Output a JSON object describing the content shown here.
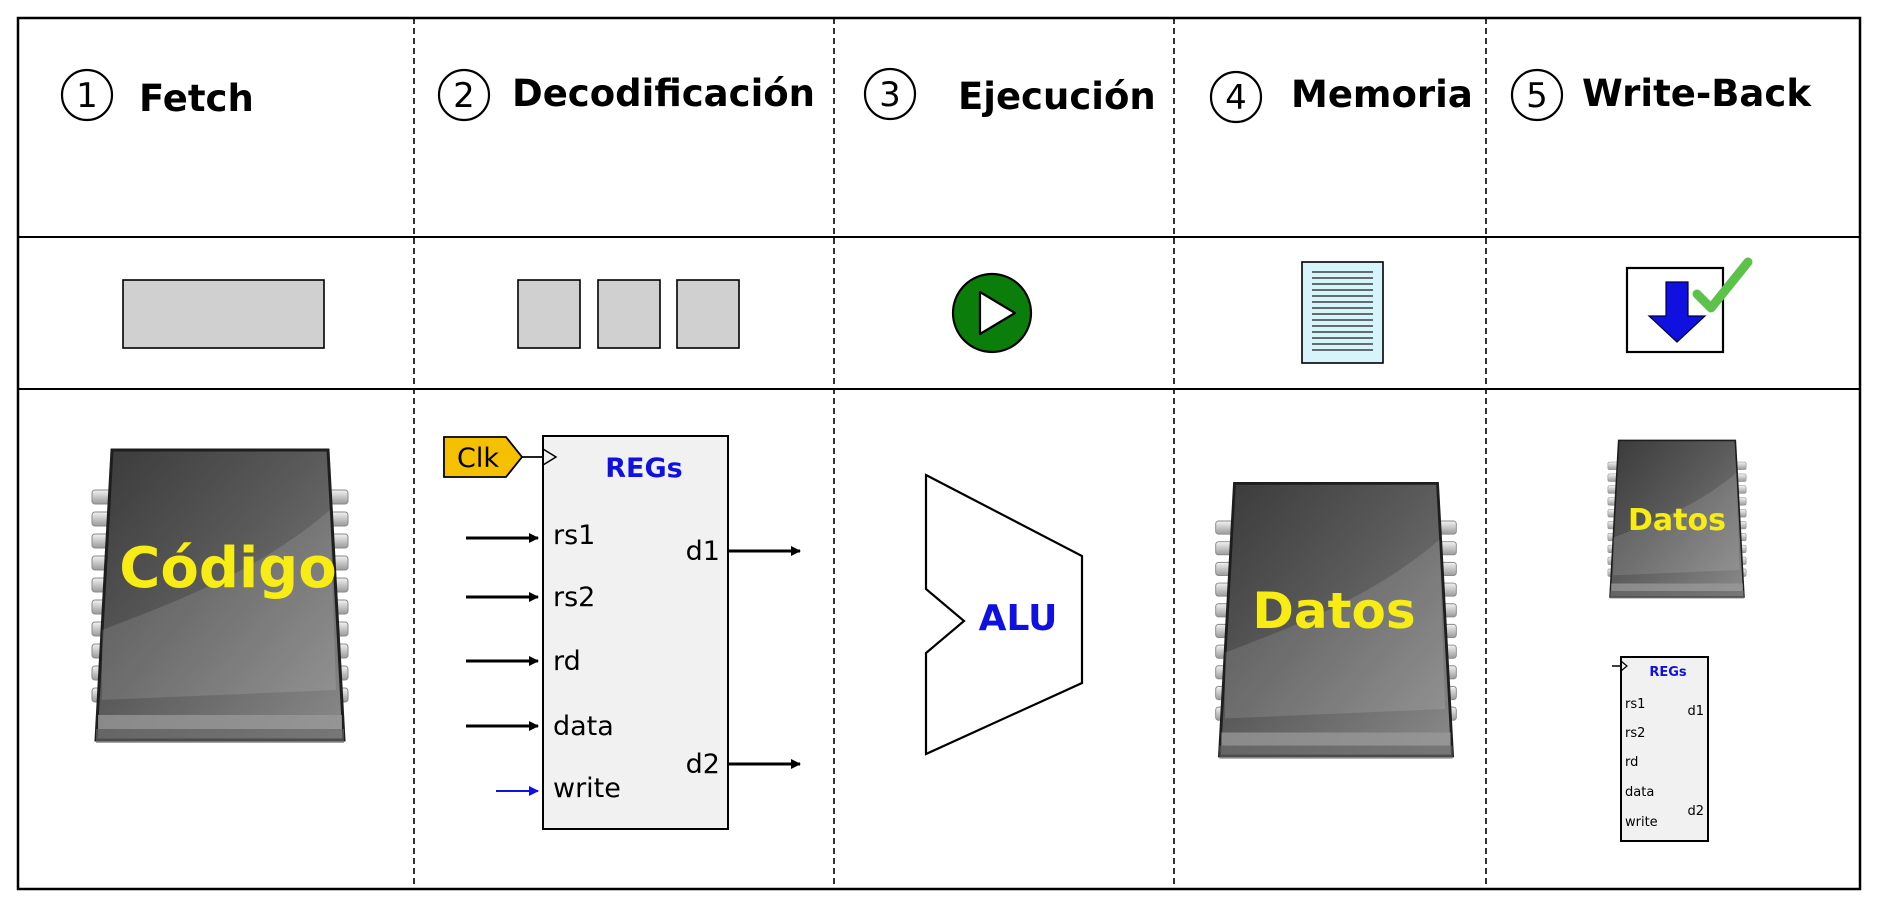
{
  "stages": [
    {
      "number": "1",
      "title": "Fetch"
    },
    {
      "number": "2",
      "title": "Decodificación"
    },
    {
      "number": "3",
      "title": "Ejecución"
    },
    {
      "number": "4",
      "title": "Memoria"
    },
    {
      "number": "5",
      "title": "Write-Back"
    }
  ],
  "fetch": {
    "chip_label": "Código"
  },
  "decode": {
    "clock_label": "Clk",
    "register_title": "REGs",
    "inputs": [
      "rs1",
      "rs2",
      "rd",
      "data",
      "write"
    ],
    "outputs": [
      "d1",
      "d2"
    ]
  },
  "execute": {
    "alu_label": "ALU"
  },
  "memory": {
    "chip_label": "Datos"
  },
  "writeback": {
    "chip_label": "Datos",
    "register_title": "REGs",
    "inputs": [
      "rs1",
      "rs2",
      "rd",
      "data",
      "write"
    ],
    "outputs": [
      "d1",
      "d2"
    ]
  },
  "colors": {
    "chip_text": "#f7ec14",
    "register_title": "#1010e0",
    "write_arrow": "#1010e0",
    "execute_icon": "#0b7d0b",
    "clock_tag": "#f5c000",
    "check_mark": "#5dc24a",
    "memory_page": "#d6f4fa"
  },
  "icons": [
    "instruction-bar-icon",
    "fields-boxes-icon",
    "play-icon",
    "memory-page-icon",
    "download-check-icon"
  ]
}
